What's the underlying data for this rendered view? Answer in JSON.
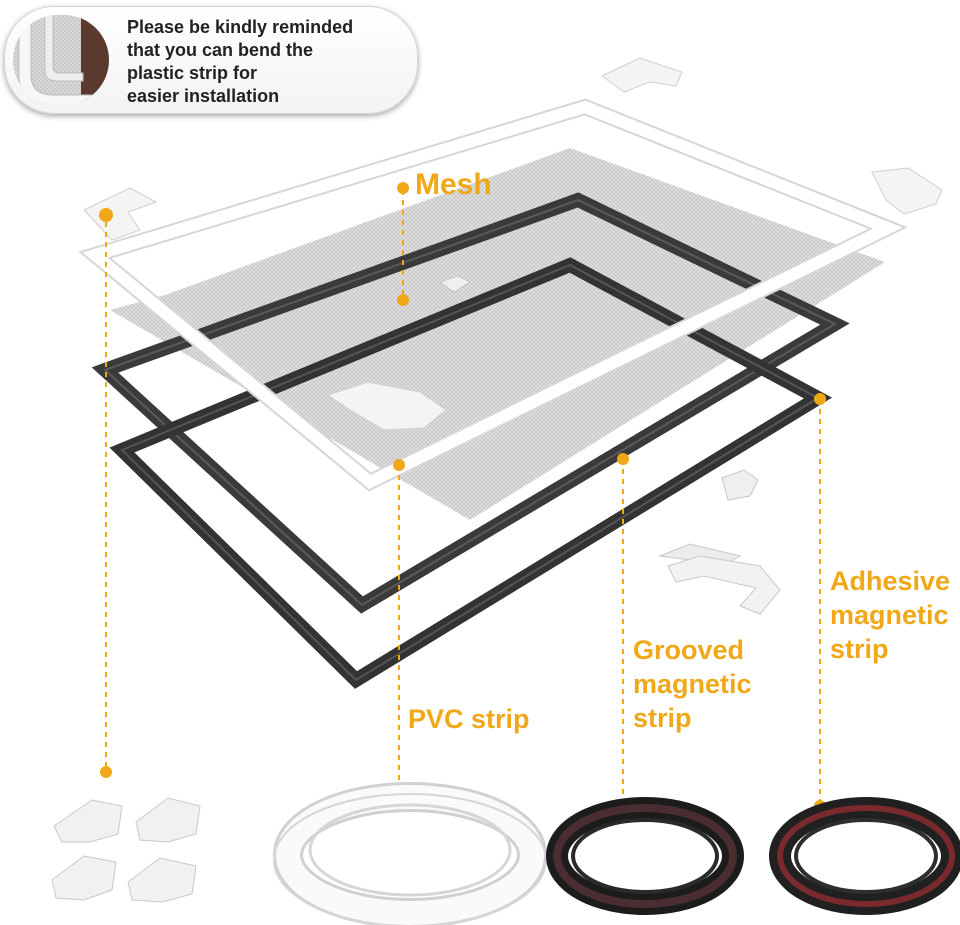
{
  "callout": {
    "lines": [
      "Please be kindly reminded",
      "that you can bend the",
      "plastic strip for",
      "easier installation"
    ]
  },
  "labels": {
    "mesh": "Mesh",
    "pvc_strip": "PVC strip",
    "grooved": [
      "Grooved",
      "magnetic",
      "strip"
    ],
    "adhesive": [
      "Adhesive",
      "magnetic",
      "strip"
    ]
  },
  "colors": {
    "accent": "#f0a818",
    "magnet": "#3a3a3a",
    "frame": "#ffffff",
    "mesh": "#cfcfcf"
  }
}
